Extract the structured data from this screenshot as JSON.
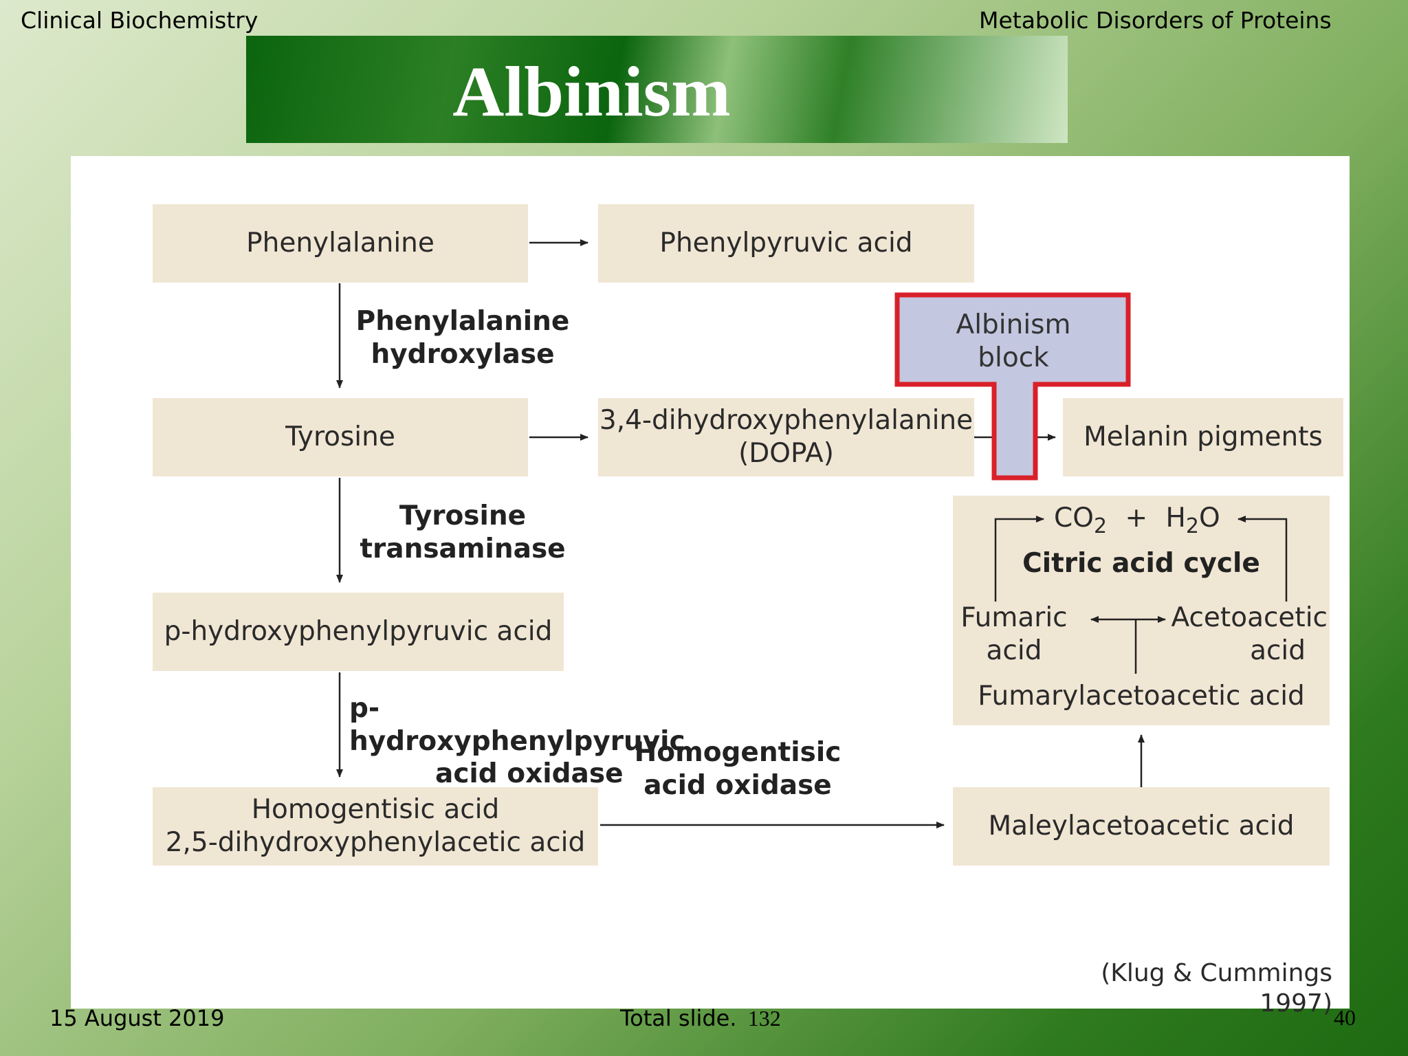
{
  "header": {
    "left": "Clinical Biochemistry",
    "right": "Metabolic Disorders of Proteins"
  },
  "title": "Albinism",
  "diagram": {
    "nodes": {
      "phenylalanine": "Phenylalanine",
      "phenylpyruvic_acid": "Phenylpyruvic acid",
      "tyrosine": "Tyrosine",
      "dopa_line1": "3,4-dihydroxyphenylalanine",
      "dopa_line2": "(DOPA)",
      "melanin": "Melanin pigments",
      "p_hppa": "p-hydroxyphenylpyruvic acid",
      "homogentisic_line1": "Homogentisic acid",
      "homogentisic_line2": "2,5-dihydroxyphenylacetic acid",
      "maleylacetoacetic": "Maleylacetoacetic acid",
      "co2_h2o": "CO",
      "co2_sub": "2",
      "plus": "+",
      "h2o_h": "H",
      "h2o_sub": "2",
      "h2o_o": "O",
      "citric_cycle": "Citric acid cycle",
      "fumaric_line1": "Fumaric",
      "fumaric_line2": "acid",
      "acetoacetic_line1": "Acetoacetic",
      "acetoacetic_line2": "acid",
      "fumarylacetoacetic": "Fumarylacetoacetic acid"
    },
    "enzymes": {
      "phe_hydroxylase_line1": "Phenylalanine",
      "phe_hydroxylase_line2": "hydroxylase",
      "tyr_transaminase_line1": "Tyrosine",
      "tyr_transaminase_line2": "transaminase",
      "hppa_oxidase_line1": "p-hydroxyphenylpyruvic",
      "hppa_oxidase_line2": "acid oxidase",
      "hga_oxidase_line1": "Homogentisic",
      "hga_oxidase_line2": "acid oxidase"
    },
    "block": {
      "line1": "Albinism",
      "line2": "block",
      "border_color": "#d9202a",
      "fill_color": "#c3c7e0"
    },
    "citation": "(Klug & Cummings 1997)"
  },
  "footer": {
    "date": "15 August 2019",
    "total_label": "Total slide.",
    "total_count": "132",
    "page": "40"
  }
}
